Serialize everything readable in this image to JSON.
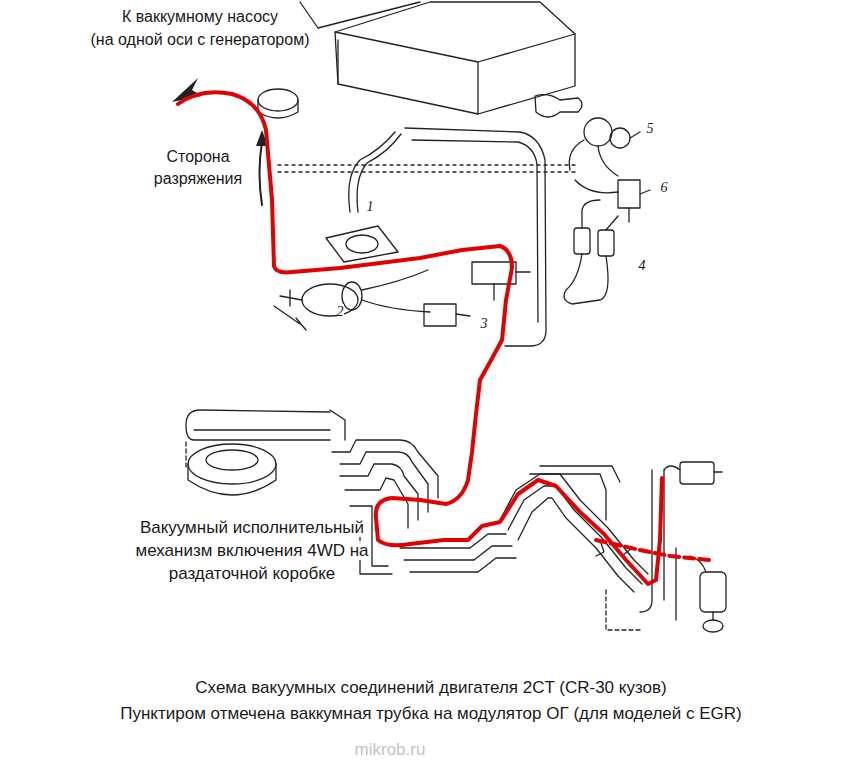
{
  "diagram": {
    "caption": "Схема вакуумных соединений двигателя 2CT (CR-30 кузов)",
    "labels": [
      "К ваккумному насосу",
      "(на одной оси с генератором)",
      "Сторона разряжения",
      "1",
      "2",
      "3",
      "4",
      "5",
      "6",
      "Вакуумный исполнительный механизм включения 4WD на раздаточной коробке",
      "Пунктиром отмечена ваккумная трубка на модулятор ОГ (для моделей с EGR)",
      "mikrob.ru"
    ]
  }
}
